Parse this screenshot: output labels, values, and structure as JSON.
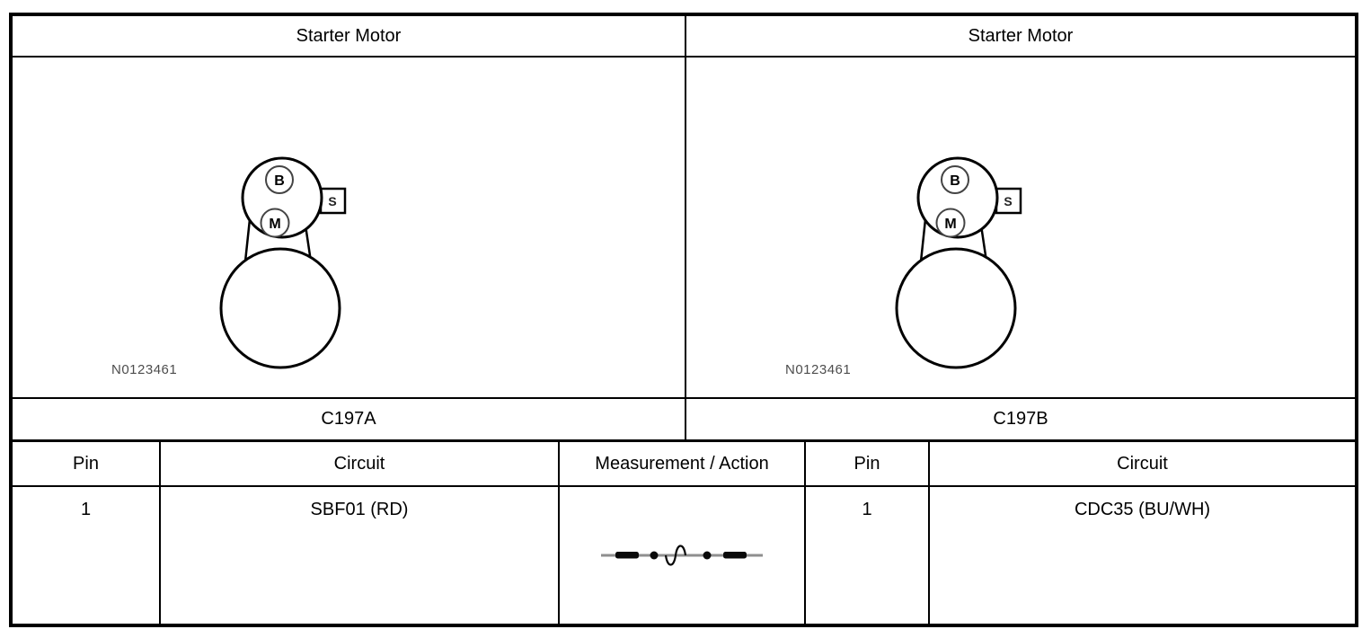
{
  "page": {
    "background": "#ffffff",
    "border_color": "#000000"
  },
  "left_section": {
    "title": "Starter Motor",
    "connector_label": "C197A",
    "image_label": "N0123461",
    "diagram": {
      "terminal_b": "B",
      "terminal_m": "M",
      "terminal_s": "S"
    }
  },
  "right_section": {
    "title": "Starter Motor",
    "connector_label": "C197B",
    "image_label": "N0123461",
    "diagram": {
      "terminal_b": "B",
      "terminal_m": "M",
      "terminal_s": "S"
    }
  },
  "pin_table": {
    "headers": {
      "pin_left": "Pin",
      "circuit_left": "Circuit",
      "measurement": "Measurement / Action",
      "pin_right": "Pin",
      "circuit_right": "Circuit"
    },
    "row": {
      "pin_left": "1",
      "circuit_left": "SBF01 (RD)",
      "measurement_symbol": "resistance-check-jumper",
      "pin_right": "1",
      "circuit_right": "CDC35 (BU/WH)"
    }
  },
  "colors": {
    "wire_gray": "#8f8f8f",
    "symbol_black": "#0a0a0a",
    "image_label_gray": "#4d4d4d",
    "inner_circle_gray": "#444444"
  }
}
